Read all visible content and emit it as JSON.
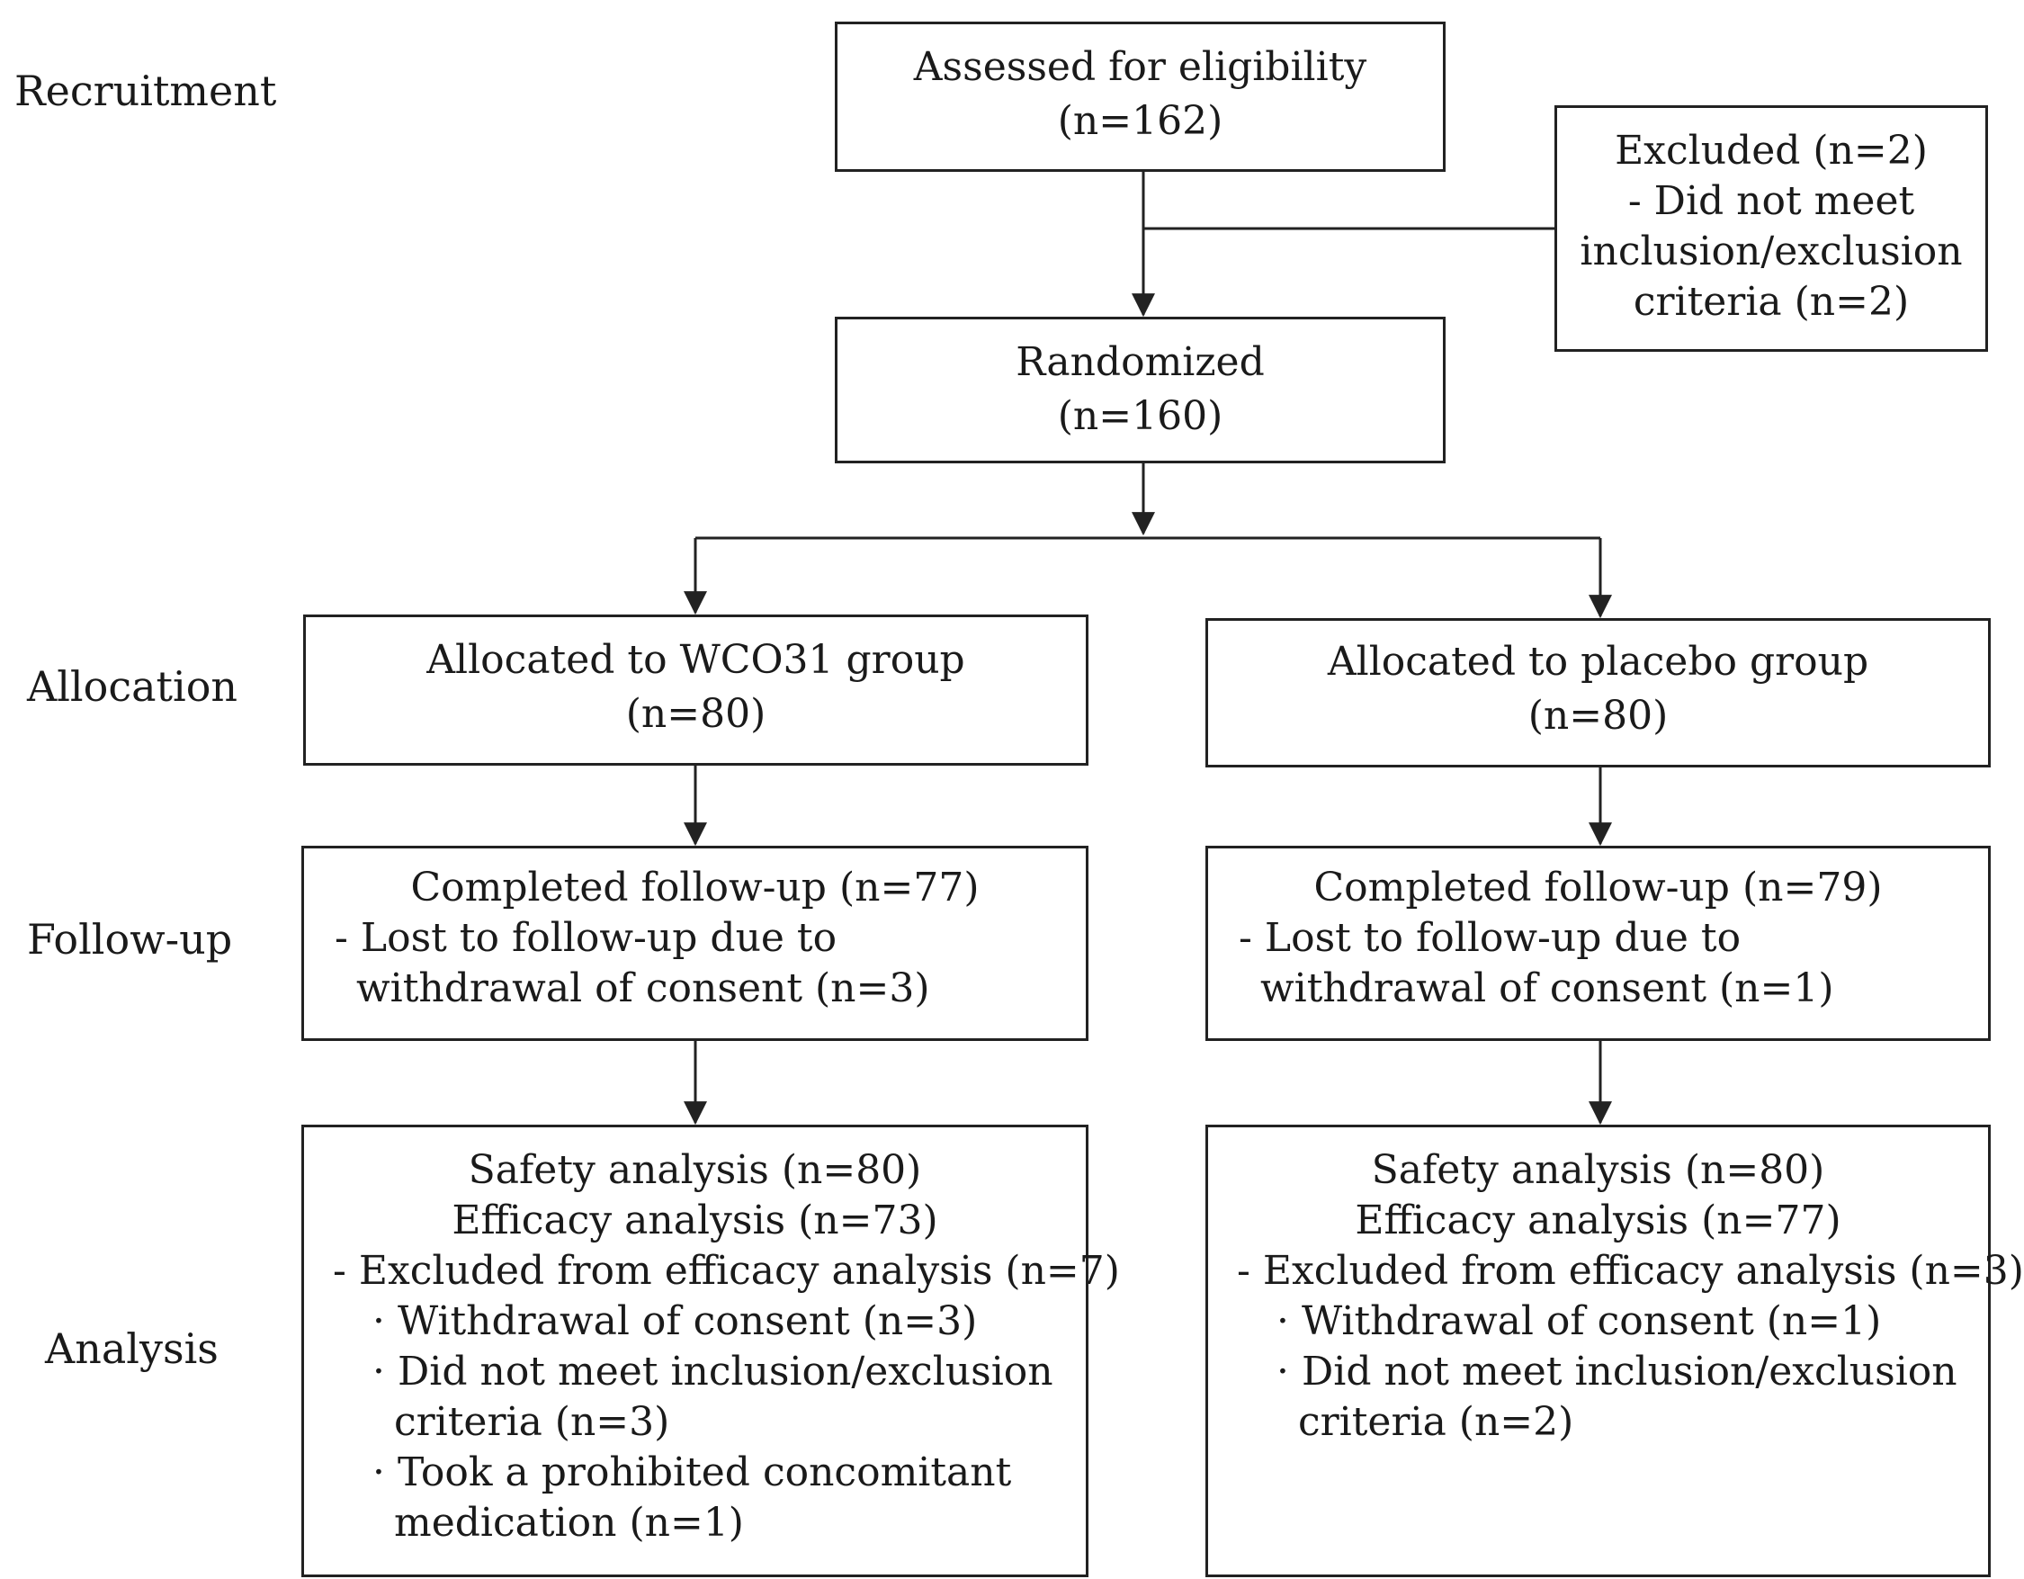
{
  "stages": {
    "recruitment": "Recruitment",
    "allocation": "Allocation",
    "follow_up": "Follow-up",
    "analysis": "Analysis"
  },
  "assessed": {
    "line1": "Assessed for eligibility",
    "line2": "(n=162)"
  },
  "excluded": {
    "title": "Excluded (n=2)",
    "item": "-  Did not meet inclusion/exclusion criteria (n=2)"
  },
  "randomized": {
    "line1": "Randomized",
    "line2": "(n=160)"
  },
  "wco31": {
    "allocation": {
      "line1": "Allocated to WCO31 group",
      "line2": "(n=80)"
    },
    "follow_up": {
      "title": "Completed follow-up (n=77)",
      "note": "- Lost to follow-up due to withdrawal of consent (n=3)"
    },
    "analysis": {
      "safety": "Safety analysis (n=80)",
      "efficacy": "Efficacy analysis (n=73)",
      "excluded": "- Excluded from efficacy analysis (n=7)",
      "reasons": [
        "· Withdrawal of consent (n=3)",
        "· Did not meet inclusion/exclusion criteria (n=3)",
        "· Took a prohibited concomitant medication (n=1)"
      ]
    }
  },
  "placebo": {
    "allocation": {
      "line1": "Allocated to placebo group",
      "line2": "(n=80)"
    },
    "follow_up": {
      "title": "Completed follow-up (n=79)",
      "note": "- Lost to follow-up due to withdrawal of consent (n=1)"
    },
    "analysis": {
      "safety": "Safety analysis (n=80)",
      "efficacy": "Efficacy analysis (n=77)",
      "excluded": "- Excluded from efficacy analysis (n=3)",
      "reasons": [
        "· Withdrawal of consent (n=1)",
        "· Did not meet inclusion/exclusion criteria (n=2)"
      ]
    }
  }
}
